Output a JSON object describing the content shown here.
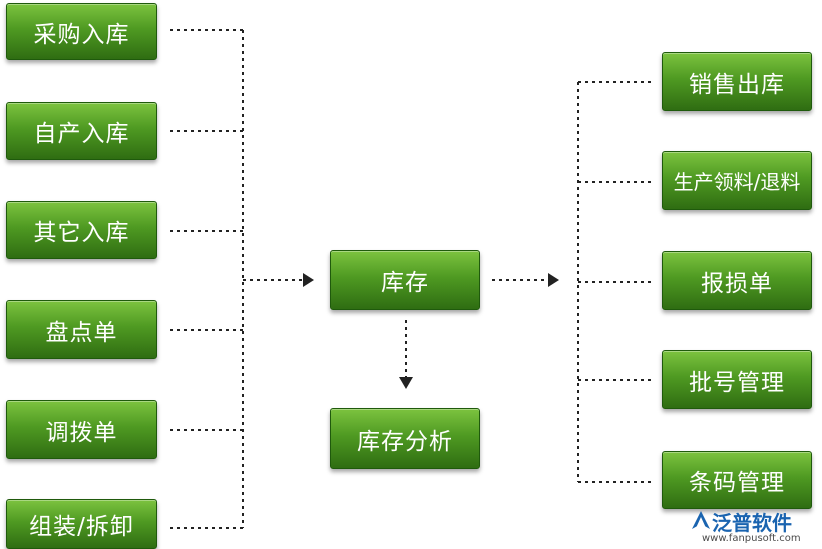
{
  "inputs": [
    {
      "id": "purchase-in",
      "label": "采购入库"
    },
    {
      "id": "self-produce-in",
      "label": "自产入库"
    },
    {
      "id": "other-in",
      "label": "其它入库"
    },
    {
      "id": "stocktake",
      "label": "盘点单"
    },
    {
      "id": "transfer",
      "label": "调拨单"
    },
    {
      "id": "assemble",
      "label": "组装/拆卸"
    }
  ],
  "center": {
    "label": "库存"
  },
  "analysis": {
    "label": "库存分析"
  },
  "outputs": [
    {
      "id": "sales-out",
      "label": "销售出库"
    },
    {
      "id": "production-issue",
      "label": "生产领料/退料"
    },
    {
      "id": "damage",
      "label": "报损单"
    },
    {
      "id": "batch",
      "label": "批号管理"
    },
    {
      "id": "barcode",
      "label": "条码管理"
    }
  ],
  "logo": {
    "name": "泛普软件",
    "url": "www.fanpusoft.com"
  },
  "colors": {
    "node_top": "#7cc33f",
    "node_bottom": "#2f6d12",
    "connector": "#222222",
    "logo": "#1a64b0"
  }
}
